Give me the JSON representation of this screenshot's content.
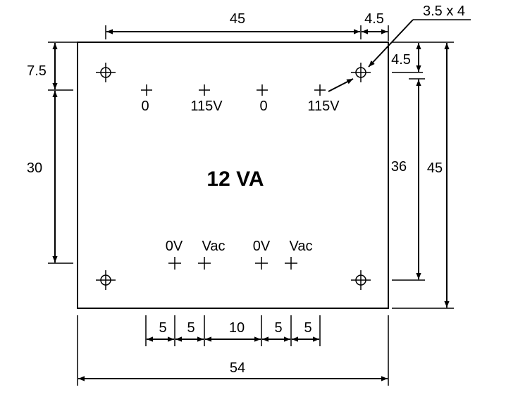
{
  "board": {
    "rating": "12 VA"
  },
  "pins": {
    "top_labels": [
      "0",
      "115V",
      "0",
      "115V"
    ],
    "bottom_labels": [
      "0V",
      "Vac",
      "0V",
      "Vac"
    ]
  },
  "holes": {
    "callout": "3.5 x 4"
  },
  "dimensions": {
    "top_pitch": "45",
    "top_right_offset": "4.5",
    "right_top_offset": "4.5",
    "left_top_offset": "7.5",
    "left_span": "30",
    "right_inner_span": "36",
    "right_total_height": "45",
    "bottom_spacings": [
      "5",
      "5",
      "10",
      "5",
      "5"
    ],
    "bottom_total_width": "54"
  }
}
